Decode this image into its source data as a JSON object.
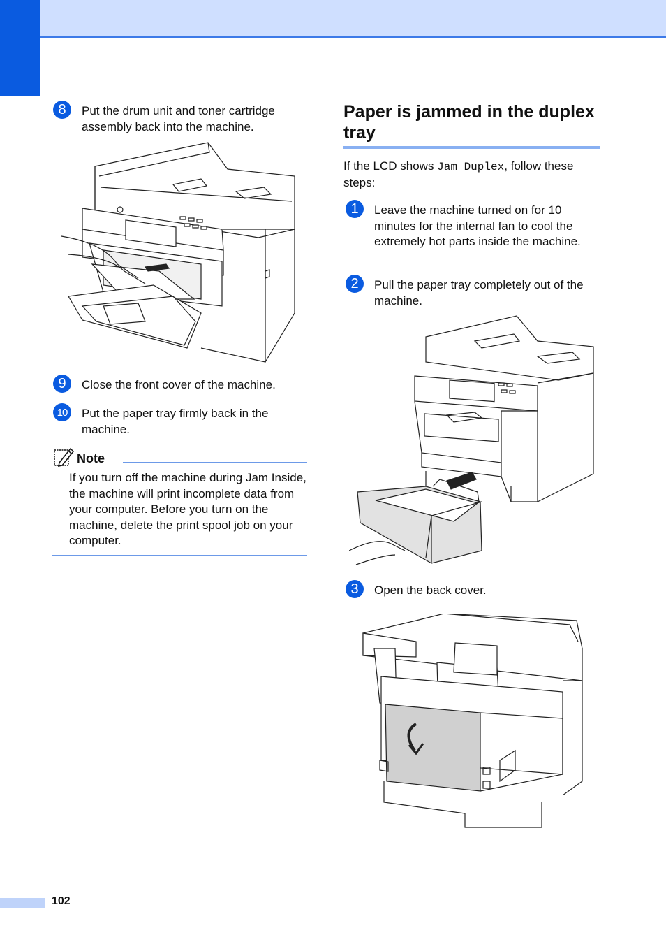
{
  "steps_left": [
    {
      "number": "8",
      "text": "Put the drum unit and toner cartridge assembly back into the machine."
    },
    {
      "number": "9",
      "text": "Close the front cover of the machine."
    },
    {
      "number": "10",
      "text": "Put the paper tray firmly back in the machine."
    }
  ],
  "note": {
    "title": "Note",
    "body": "If you turn off the machine during Jam Inside, the machine will print incomplete data from your computer. Before you turn on the machine, delete the print spool job on your computer."
  },
  "section": {
    "heading": "Paper is jammed in the duplex tray",
    "intro_before": "If the LCD shows ",
    "intro_code": "Jam Duplex",
    "intro_after": ", follow these steps:"
  },
  "steps_right": [
    {
      "number": "1",
      "text": "Leave the machine turned on for 10 minutes for the internal fan to cool the extremely hot parts inside the machine."
    },
    {
      "number": "2",
      "text": "Pull the paper tray completely out of the machine."
    },
    {
      "number": "3",
      "text": "Open the back cover."
    }
  ],
  "page_number": "102",
  "colors": {
    "accent": "#0a5be0",
    "header_band": "#cfdfff",
    "rule": "#89b0f2"
  },
  "icons": {
    "note": "pencil-note-icon"
  }
}
